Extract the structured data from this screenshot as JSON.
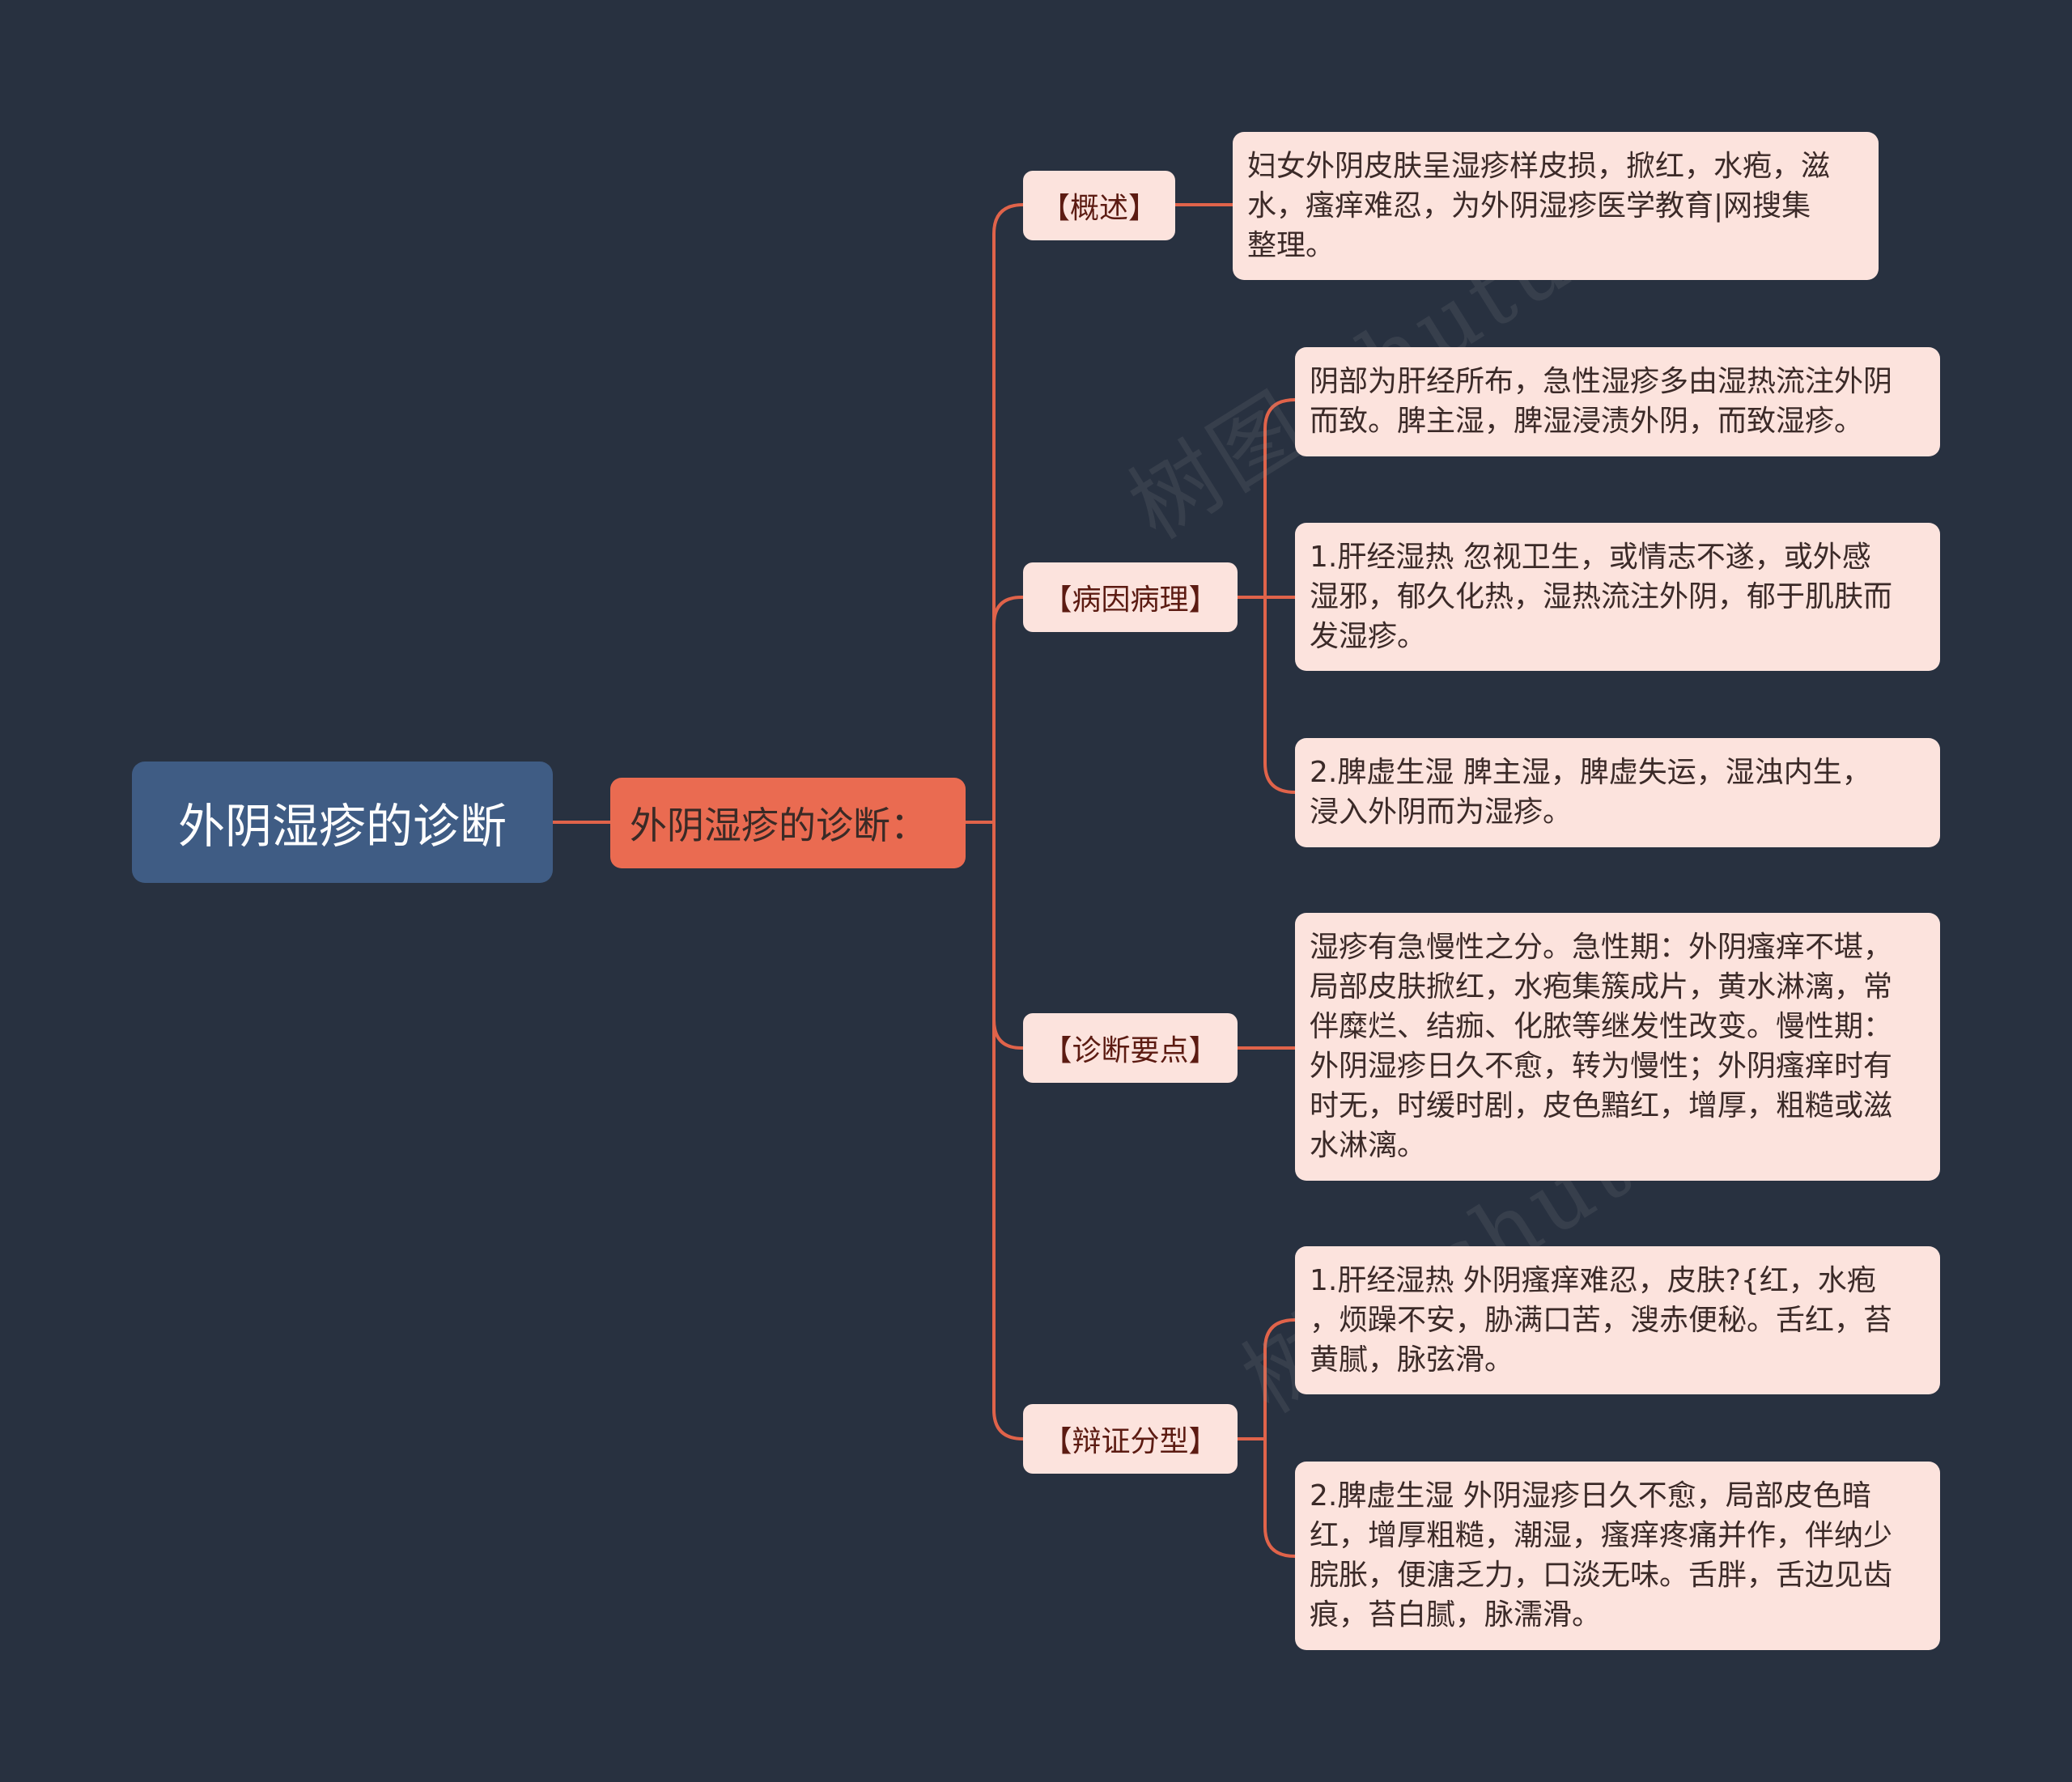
{
  "root": {
    "label": "外阴湿疹的诊断"
  },
  "main": {
    "label": "外阴湿疹的诊断："
  },
  "categories": [
    {
      "label": "【概述】"
    },
    {
      "label": "【病因病理】"
    },
    {
      "label": "【诊断要点】"
    },
    {
      "label": "【辩证分型】"
    }
  ],
  "leaves": [
    {
      "text": "妇女外阴皮肤呈湿疹样皮损，掀红，水疱，滋\n水，瘙痒难忍，为外阴湿疹医学教育|网搜集\n整理。"
    },
    {
      "text": "阴部为肝经所布，急性湿疹多由湿热流注外阴\n而致。脾主湿，脾湿浸渍外阴，而致湿疹。"
    },
    {
      "text": "1.肝经湿热 忽视卫生，或情志不遂，或外感\n湿邪，郁久化热，湿热流注外阴，郁于肌肤而\n发湿疹。"
    },
    {
      "text": "2.脾虚生湿 脾主湿，脾虚失运，湿浊内生，\n浸入外阴而为湿疹。"
    },
    {
      "text": "湿疹有急慢性之分。急性期：外阴瘙痒不堪，\n局部皮肤掀红，水疱集簇成片，黄水淋漓，常\n伴糜烂、结痂、化脓等继发性改变。慢性期：\n外阴湿疹日久不愈，转为慢性；外阴瘙痒时有\n时无，时缓时剧，皮色黯红，增厚，粗糙或滋\n水淋漓。"
    },
    {
      "text": "1.肝经湿热 外阴瘙痒难忍，皮肤?{红，水疱\n，烦躁不安，胁满口苦，溲赤便秘。舌红，苔\n黄腻，脉弦滑。"
    },
    {
      "text": "2.脾虚生湿 外阴湿疹日久不愈，局部皮色暗\n红，增厚粗糙，潮湿，瘙痒疼痛并作，伴纳少\n脘胀，便溏乏力，口淡无味。舌胖，舌边见齿\n痕，苔白腻，脉濡滑。"
    }
  ],
  "watermark": {
    "text": "树图 shutu.cn"
  },
  "colors": {
    "background": "#283140",
    "root": "#3f5c84",
    "main": "#ea6b51",
    "box": "#fce3dd",
    "link": "#e0634a"
  }
}
